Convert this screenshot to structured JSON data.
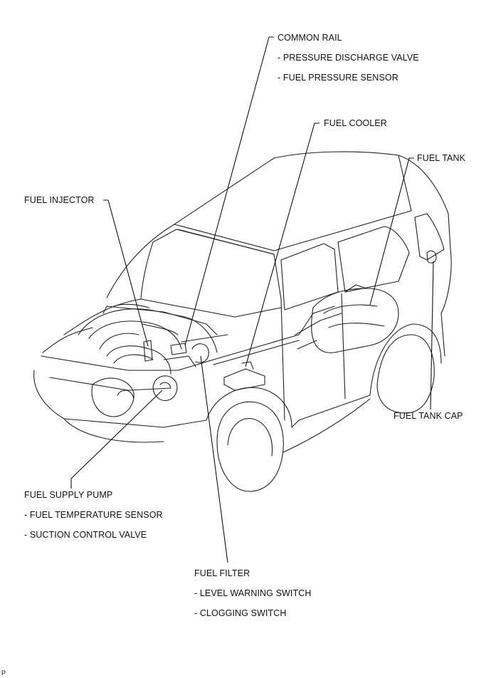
{
  "labels": {
    "common_rail": "COMMON RAIL",
    "common_rail_sub1": "- PRESSURE DISCHARGE VALVE",
    "common_rail_sub2": "- FUEL PRESSURE SENSOR",
    "fuel_cooler": "FUEL COOLER",
    "fuel_tank": "FUEL TANK",
    "fuel_injector": "FUEL INJECTOR",
    "fuel_tank_cap": "FUEL TANK CAP",
    "fuel_supply_pump": "FUEL SUPPLY PUMP",
    "fuel_supply_pump_sub1": "- FUEL TEMPERATURE SENSOR",
    "fuel_supply_pump_sub2": "- SUCTION CONTROL VALVE",
    "fuel_filter": "FUEL FILTER",
    "fuel_filter_sub1": "- LEVEL WARNING SWITCH",
    "fuel_filter_sub2": "- CLOGGING SWITCH",
    "corner_code": "P"
  }
}
